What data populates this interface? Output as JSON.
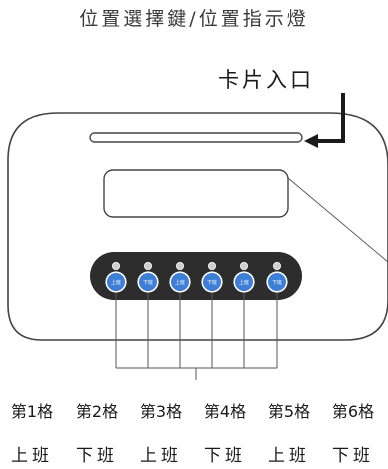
{
  "title": "位置選擇鍵/位置指示燈",
  "card_slot_label": "卡片入口",
  "buttons": [
    {
      "label": "上班"
    },
    {
      "label": "下班"
    },
    {
      "label": "上班"
    },
    {
      "label": "下班"
    },
    {
      "label": "上班"
    },
    {
      "label": "下班"
    }
  ],
  "slots": [
    {
      "name": "第1格",
      "shift": "上班"
    },
    {
      "name": "第2格",
      "shift": "下班"
    },
    {
      "name": "第3格",
      "shift": "上班"
    },
    {
      "name": "第4格",
      "shift": "下班"
    },
    {
      "name": "第5格",
      "shift": "上班"
    },
    {
      "name": "第6格",
      "shift": "下班"
    }
  ],
  "colors": {
    "button_fill": "#3d7fd6",
    "panel_fill": "#2d2d2d",
    "body_outline": "#444444",
    "indicator_fill": "#cfcfcf"
  }
}
